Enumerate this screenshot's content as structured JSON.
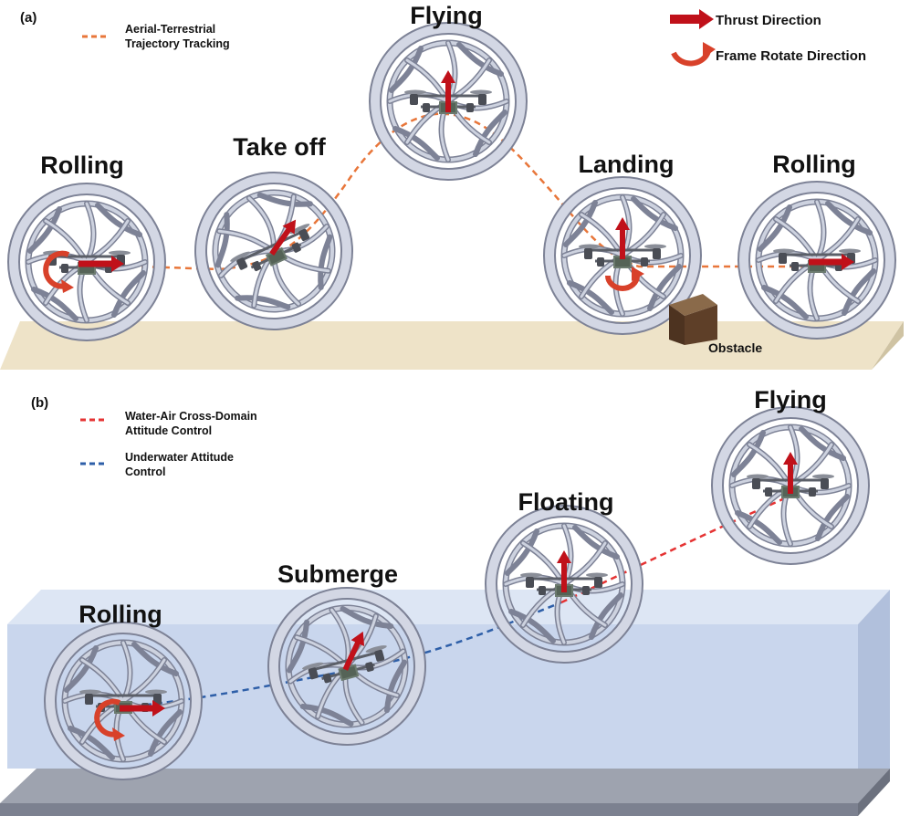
{
  "panel_a": {
    "label": "(a)",
    "legend": {
      "trajectory_line1": "Aerial-Terrestrial",
      "trajectory_line2": "Trajectory Tracking",
      "trajectory_color": "#e8763a",
      "thrust_label": "Thrust Direction",
      "rotate_label": "Frame Rotate Direction"
    },
    "states": {
      "rolling_left": "Rolling",
      "take_off": "Take off",
      "flying": "Flying",
      "landing": "Landing",
      "rolling_right": "Rolling"
    },
    "obstacle_label": "Obstacle"
  },
  "panel_b": {
    "label": "(b)",
    "legend": {
      "cross_line1": "Water-Air Cross-Domain",
      "cross_line2": "Attitude Control",
      "cross_color": "#e53333",
      "under_line1": "Underwater Attitude",
      "under_line2": "Control",
      "under_color": "#2e5fa8"
    },
    "states": {
      "rolling": "Rolling",
      "submerge": "Submerge",
      "floating": "Floating",
      "flying": "Flying"
    }
  },
  "colors": {
    "ground": "#eee3c8",
    "ground_side": "#cfc3a3",
    "frame": "#c4c9d8",
    "frame_stroke": "#7d8296",
    "thrust_arrow": "#c0111a",
    "rotate_arrow": "#d8412a",
    "water_front": "#c6d4ec",
    "water_top": "#dde6f4",
    "water_side": "#b1c0dc",
    "seabed": "#8a8f9c"
  }
}
